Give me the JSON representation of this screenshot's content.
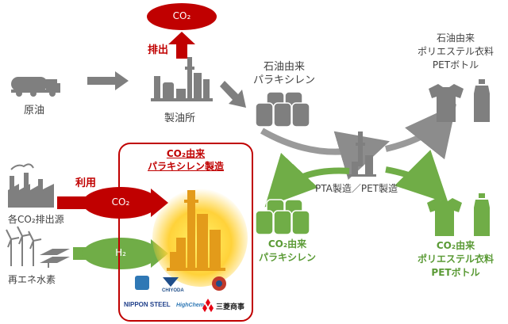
{
  "emission": {
    "co2_bubble": "CO₂",
    "label": "排出"
  },
  "crude": {
    "label": "原油"
  },
  "refinery": {
    "label": "製油所"
  },
  "fossil_px": {
    "line1": "石油由来",
    "line2": "パラキシレン"
  },
  "fossil_product": {
    "line1": "石油由来",
    "line2": "ポリエステル衣料",
    "line3": "PETボトル"
  },
  "process": {
    "label": "PTA製造／PET製造"
  },
  "sources": {
    "co2_sources": "各CO₂排出源",
    "renewable_h2": "再エネ水素",
    "use_label": "利用"
  },
  "box": {
    "title_line1": "CO₂由来",
    "title_line2": "パラキシレン製造",
    "co2_bubble": "CO₂",
    "h2_bubble": "H₂"
  },
  "co2_px": {
    "line1": "CO₂由来",
    "line2": "パラキシレン"
  },
  "co2_product": {
    "line1": "CO₂由来",
    "line2": "ポリエステル衣料",
    "line3": "PETボトル"
  },
  "logos": {
    "chiyoda": "CHIYODA",
    "nippon_steel": "NIPPON STEEL",
    "highchem": "HighChem",
    "mitsubishi": "三菱商事"
  },
  "colors": {
    "red": "#c00000",
    "gray": "#7f7f7f",
    "green": "#70ad47",
    "box_border": "#c00000"
  }
}
